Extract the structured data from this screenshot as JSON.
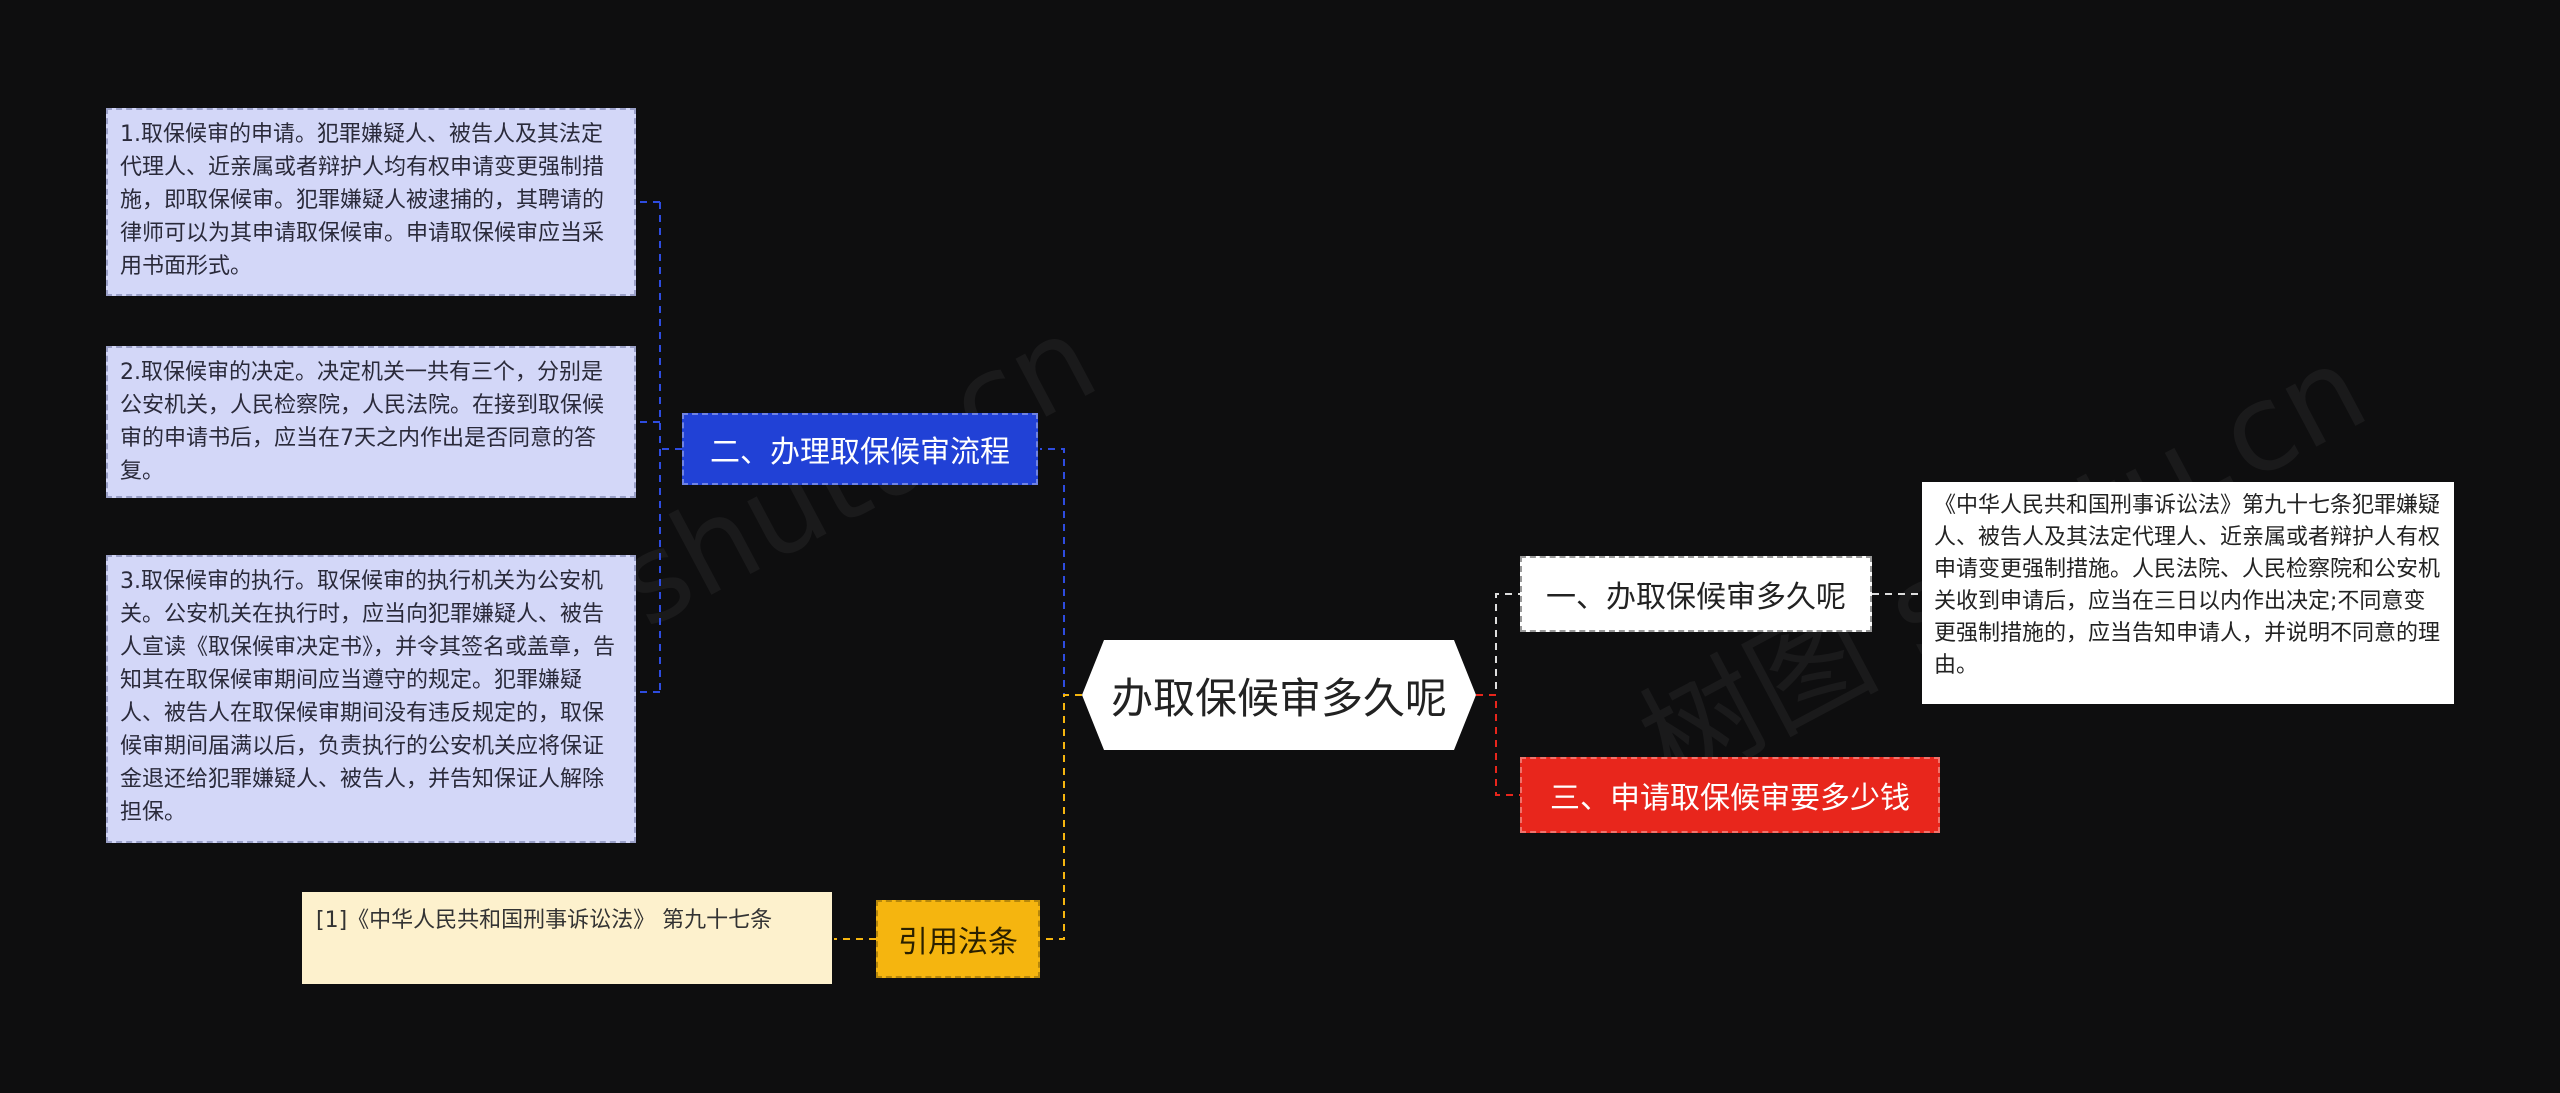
{
  "title": "办取保候审多久呢",
  "branches": {
    "process": {
      "label": "二、办理取保候审流程",
      "items": [
        "1.取保候审的申请。犯罪嫌疑人、被告人及其法定代理人、近亲属或者辩护人均有权申请变更强制措施，即取保候审。犯罪嫌疑人被逮捕的，其聘请的律师可以为其申请取保候审。申请取保候审应当采用书面形式。",
        "2.取保候审的决定。决定机关一共有三个，分别是公安机关，人民检察院，人民法院。在接到取保候审的申请书后，应当在7天之内作出是否同意的答复。",
        "3.取保候审的执行。取保候审的执行机关为公安机关。公安机关在执行时，应当向犯罪嫌疑人、被告人宣读《取保候审决定书》，并令其签名或盖章，告知其在取保候审期间应当遵守的规定。犯罪嫌疑人、被告人在取保候审期间没有违反规定的，取保候审期间届满以后，负责执行的公安机关应将保证金退还给犯罪嫌疑人、被告人，并告知保证人解除担保。"
      ]
    },
    "citation": {
      "label": "引用法条",
      "items": [
        "[1]《中华人民共和国刑事诉讼法》 第九十七条"
      ]
    },
    "how_long": {
      "label": "一、办取保候审多久呢",
      "items": [
        "《中华人民共和国刑事诉讼法》第九十七条犯罪嫌疑人、被告人及其法定代理人、近亲属或者辩护人有权申请变更强制措施。人民法院、人民检察院和公安机关收到申请后，应当在三日以内作出决定;不同意变更强制措施的，应当告知申请人，并说明不同意的理由。"
      ]
    },
    "cost": {
      "label": "三、申请取保候审要多少钱"
    }
  },
  "colors": {
    "background": "#0e0e0f",
    "process": "#2141d6",
    "process_leaf": "#d3d7f8",
    "citation": "#f5b50f",
    "citation_leaf": "#fdf1cd",
    "cost": "#e8261c",
    "how_long": "#ffffff"
  }
}
